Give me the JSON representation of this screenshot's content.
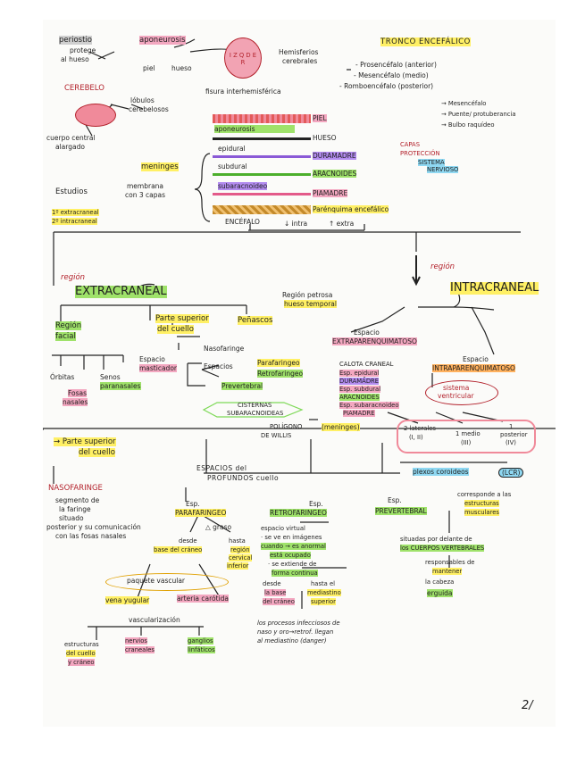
{
  "top": {
    "periostio": "periostio",
    "protege": "protege",
    "al_hueso": "al hueso",
    "aponeurosis": "aponeurosis",
    "piel": "piel",
    "hueso": "hueso",
    "brain_letters": "I Z Q D E R",
    "hemisferios": "Hemisferios",
    "cerebrales": "cerebrales",
    "fisura": "fisura interhemisférica",
    "tronco": "TRONCO ENCEFÁLICO",
    "prosencefalo": "- Prosencéfalo (anterior)",
    "mesencefalo": "- Mesencéfalo (medio)",
    "romboencefalo": "- Romboencéfalo (posterior)",
    "rombo_children": [
      "→ Mesencéfalo",
      "→ Puente/ protuberancia",
      "→ Bulbo raquídeo"
    ],
    "cerebelo": "CEREBELO",
    "lobulos": "lóbulos",
    "cerebelosos": "cerebelosos",
    "cuerpo": "cuerpo central",
    "alargado": "alargado"
  },
  "layers": {
    "piel": "PIEL",
    "aponeurosis": "aponeurosis",
    "hueso": "HUESO",
    "epidural": "epidural",
    "duramadre": "DURAMADRE",
    "subdural": "subdural",
    "aracnoides": "ARACNOIDES",
    "subaracnoideo": "subaracnoideo",
    "piamadre": "PIAMADRE",
    "parenquima": "Parénquima encefálico",
    "encefalo": "ENCÉFALO",
    "intra": "↓ intra",
    "extra": "↑ extra",
    "meninges": "meninges",
    "membrana": "membrana",
    "con3capas": "con 3 capas",
    "capas": "CAPAS",
    "proteccion": "PROTECCIÓN",
    "sistema": "SISTEMA",
    "nervioso": "NERVIOSO",
    "estudios": "Estudios",
    "extracraneal": "1º extracraneal",
    "intracraneal": "2º intracraneal"
  },
  "extra": {
    "region": "región",
    "title": "EXTRACRANEAL",
    "region_facial_1": "Región",
    "region_facial_2": "facial",
    "orbitas": "Órbitas",
    "fosas_1": "Fosas",
    "fosas_2": "nasales",
    "senos_1": "Senos",
    "senos_2": "paranasales",
    "espacio_1": "Espacio",
    "espacio_2": "masticador",
    "parte_superior_1": "Parte superior",
    "parte_superior_2": "del cuello",
    "penascos": "Peñascos",
    "region_petrosa_1": "Región petrosa",
    "region_petrosa_2": "hueso temporal",
    "nasofaringe": "Nasofaringe",
    "espacios": "Espacios",
    "parafaringeo": "Parafaringeo",
    "retrofaringeo": "Retrofaringeo",
    "prevertebral": "Prevertebral",
    "cisternas": "CISTERNAS",
    "subaracnoideas": "SUBARACNOIDEAS",
    "poligono_1": "POLÍGONO",
    "poligono_2": "DE WILLIS"
  },
  "intra": {
    "region": "región",
    "title": "INTRACRANEAL",
    "esp_extra_1": "Espacio",
    "esp_extra_2": "EXTRAPARENQUIMATOSO",
    "calota": "CALOTA CRANEAL",
    "list": [
      "Esp. epidural",
      "DURAMADRE",
      "Esp. subdural",
      "ARACNOIDES",
      "Esp. subaracnoideo",
      "PIAMADRE"
    ],
    "meninges": "(meninges)",
    "esp_intra_1": "Espacio",
    "esp_intra_2": "INTRAPARENQUIMATOSO",
    "sistema_1": "sistema",
    "sistema_2": "ventricular",
    "laterales_1": "2 laterales",
    "laterales_2": "(I, II)",
    "medio_1": "1 medio",
    "medio_2": "(III)",
    "posterior_1": "1",
    "posterior_2": "posterior",
    "posterior_3": "(IV)",
    "plexos": "plexos coroideos",
    "lcr": "(LCR)"
  },
  "bottom": {
    "parte_1": "→ Parte superior",
    "parte_2": "del cuello",
    "espacios_1": "ESPACIOS del",
    "espacios_2": "PROFUNDOS cuello",
    "nasofaringe": "NASOFARINGE",
    "naso_desc": [
      "segmento de",
      "la faringe",
      "situado",
      "posterior y su comunicación",
      "con las fosas nasales"
    ],
    "para_1": "Esp.",
    "para_2": "PARAFARINGEO",
    "graso": "△ graso",
    "desde": "desde",
    "base": "base del cráneo",
    "hasta": "hasta",
    "region_cervical": [
      "región",
      "cervical",
      "inferior"
    ],
    "paquete": "paquete vascular",
    "vena": "vena yugular",
    "arteria": "arteria carótida",
    "vascularizacion": "vascularización",
    "estructuras": [
      "estructuras",
      "del cuello",
      "y cráneo"
    ],
    "nervios": [
      "nervios",
      "craneales"
    ],
    "ganglios": [
      "ganglios",
      "linfáticos"
    ],
    "retro_1": "Esp.",
    "retro_2": "RETROFARINGEO",
    "retro_desc": [
      "espacio virtual",
      "· se ve en imágenes",
      "cuando → es anormal",
      "está ocupado",
      "· se extiende de",
      "forma continua",
      "desde",
      "hasta el",
      "la base",
      "mediastino",
      "del cráneo",
      "superior"
    ],
    "procesos": [
      "los procesos infecciosos de",
      "naso y oro→retrof. llegan",
      "al mediastino (danger)"
    ],
    "prev_1": "Esp.",
    "prev_2": "PREVERTEBRAL",
    "prev_desc": [
      "corresponde a las",
      "estructuras",
      "musculares"
    ],
    "situadas": [
      "situadas por delante de",
      "los CUERPOS VERTEBRALES"
    ],
    "responsables": [
      "responsables de",
      "mantener",
      "la cabeza",
      "erguida"
    ],
    "page_number": "2/"
  }
}
